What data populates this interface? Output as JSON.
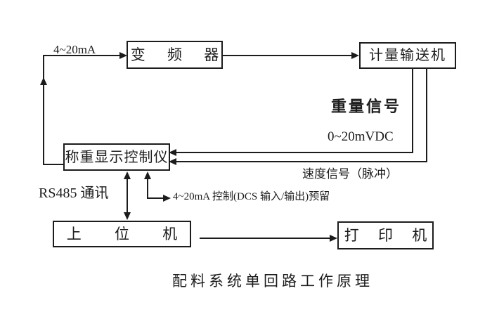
{
  "diagram": {
    "caption": "配料系统单回路工作原理",
    "boxes": {
      "inverter": "变 频 器",
      "conveyor": "计量输送机",
      "controller": "称重显示控制仪",
      "host": "上 位 机",
      "printer": "打 印 机"
    },
    "labels": {
      "current_loop": "4~20mA",
      "weight_signal": "重量信号",
      "weight_range": "0~20mVDC",
      "speed_signal": "速度信号（脉冲）",
      "rs485": "RS485 通讯",
      "dcs_reserved": "4~20mA 控制(DCS 输入/输出)预留"
    },
    "colors": {
      "ink": "#1c1c1c",
      "background": "#ffffff"
    }
  }
}
